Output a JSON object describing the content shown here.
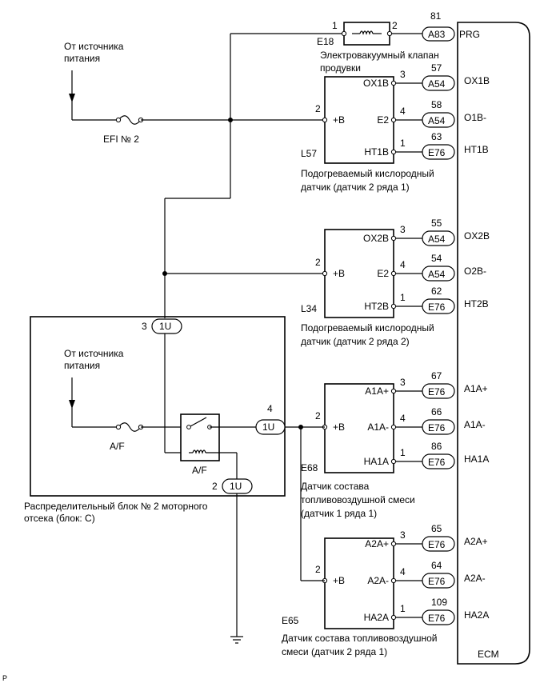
{
  "ecm": {
    "label": "ECM"
  },
  "purge_valve": {
    "ref": "E18",
    "pin1": "1",
    "pin2": "2",
    "desc1": "Электровакуумный клапан",
    "desc2": "продувки",
    "terminal": {
      "conn": "A83",
      "pin": "81",
      "signal": "PRG"
    }
  },
  "efi_source": {
    "line1": "От источника",
    "line2": "питания",
    "fuse": "EFI № 2"
  },
  "s1": {
    "ref": "L57",
    "desc1": "Подогреваемый кислородный",
    "desc2": "датчик (датчик 2 ряда 1)",
    "pin_plus": "2",
    "plus": "+B",
    "rows": [
      {
        "term": "OX1B",
        "pin": "3",
        "conn": "A54",
        "ecm_pin": "57",
        "signal": "OX1B"
      },
      {
        "term": "E2",
        "pin": "4",
        "conn": "A54",
        "ecm_pin": "58",
        "signal": "O1B-"
      },
      {
        "term": "HT1B",
        "pin": "1",
        "conn": "E76",
        "ecm_pin": "63",
        "signal": "HT1B"
      }
    ]
  },
  "s2": {
    "ref": "L34",
    "desc1": "Подогреваемый кислородный",
    "desc2": "датчик (датчик 2 ряда 2)",
    "pin_plus": "2",
    "plus": "+B",
    "rows": [
      {
        "term": "OX2B",
        "pin": "3",
        "conn": "A54",
        "ecm_pin": "55",
        "signal": "OX2B"
      },
      {
        "term": "E2",
        "pin": "4",
        "conn": "A54",
        "ecm_pin": "54",
        "signal": "O2B-"
      },
      {
        "term": "HT2B",
        "pin": "1",
        "conn": "E76",
        "ecm_pin": "62",
        "signal": "HT2B"
      }
    ]
  },
  "s3": {
    "ref": "E68",
    "desc1": "Датчик состава",
    "desc2": "топливовоздушной смеси",
    "desc3": "(датчик 1 ряда 1)",
    "pin_plus": "2",
    "plus": "+B",
    "rows": [
      {
        "term": "A1A+",
        "pin": "3",
        "conn": "E76",
        "ecm_pin": "67",
        "signal": "A1A+"
      },
      {
        "term": "A1A-",
        "pin": "4",
        "conn": "E76",
        "ecm_pin": "66",
        "signal": "A1A-"
      },
      {
        "term": "HA1A",
        "pin": "1",
        "conn": "E76",
        "ecm_pin": "86",
        "signal": "HA1A"
      }
    ]
  },
  "s4": {
    "ref": "E65",
    "desc1": "Датчик состава топливовоздушной",
    "desc2": "смеси (датчик 2 ряда 1)",
    "pin_plus": "2",
    "plus": "+B",
    "rows": [
      {
        "term": "A2A+",
        "pin": "3",
        "conn": "E76",
        "ecm_pin": "65",
        "signal": "A2A+"
      },
      {
        "term": "A2A-",
        "pin": "4",
        "conn": "E76",
        "ecm_pin": "64",
        "signal": "A2A-"
      },
      {
        "term": "HA2A",
        "pin": "1",
        "conn": "E76",
        "ecm_pin": "109",
        "signal": "HA2A"
      }
    ]
  },
  "relay_block": {
    "label1": "Распределительный блок № 2 моторного",
    "label2": "отсека (блок: C)",
    "source1": "От источника",
    "source2": "питания",
    "fuse": "A/F",
    "relay": "A/F",
    "c3": {
      "pin": "3",
      "conn": "1U"
    },
    "c4": {
      "pin": "4",
      "conn": "1U"
    },
    "c2": {
      "pin": "2",
      "conn": "1U"
    }
  },
  "corner_mark": "P"
}
